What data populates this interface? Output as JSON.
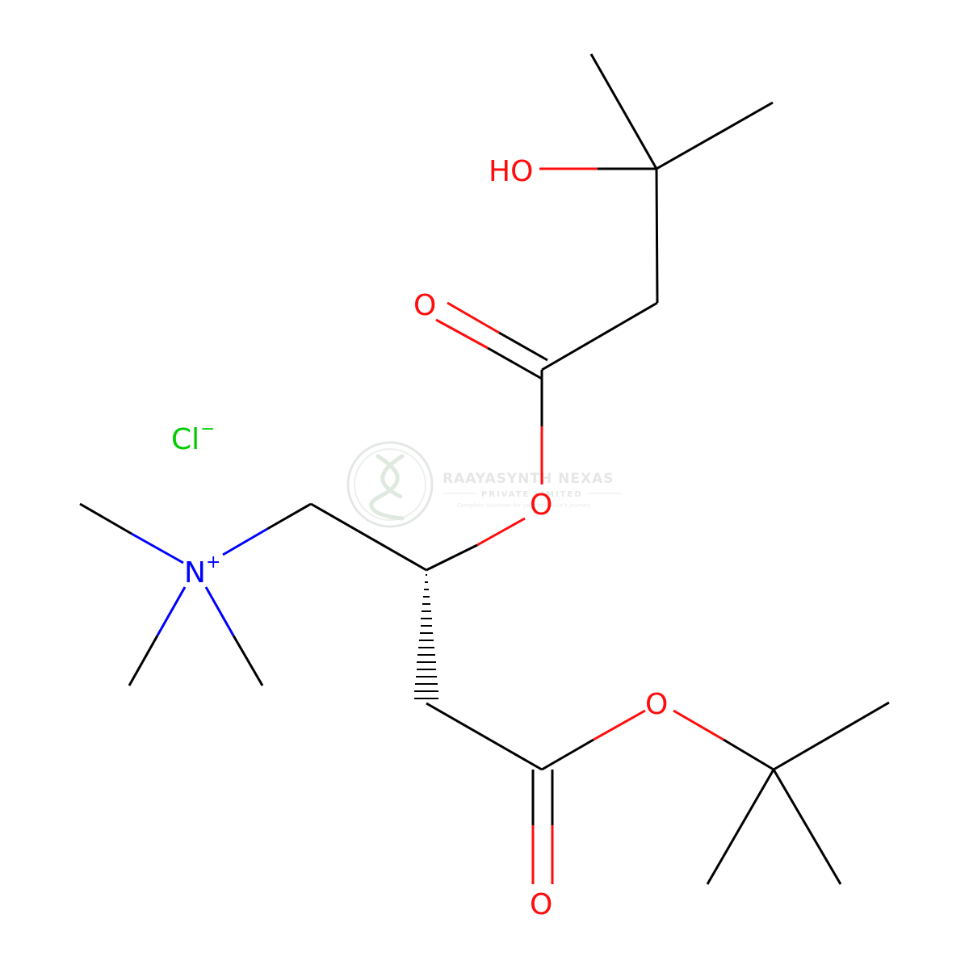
{
  "colors": {
    "bond": "#000000",
    "oxygen": "#ff0d0d",
    "nitrogen": "#0000ff",
    "chlorine": "#00cc00",
    "watermark": "#c8d0c8"
  },
  "atoms": {
    "ho": "HO",
    "o_carbonyl_top": "O",
    "o_ester_mid": "O",
    "o_ester_low": "O",
    "o_carbonyl_bottom": "O",
    "n_cation": "N",
    "n_charge": "+",
    "cl_anion": "Cl",
    "cl_charge": "−"
  },
  "watermark": {
    "title": "RAAYASYNTH NEXAS",
    "subtitle": "PRIVATE LIMITED",
    "tagline": "Complete solutions for your molecule's journey"
  }
}
